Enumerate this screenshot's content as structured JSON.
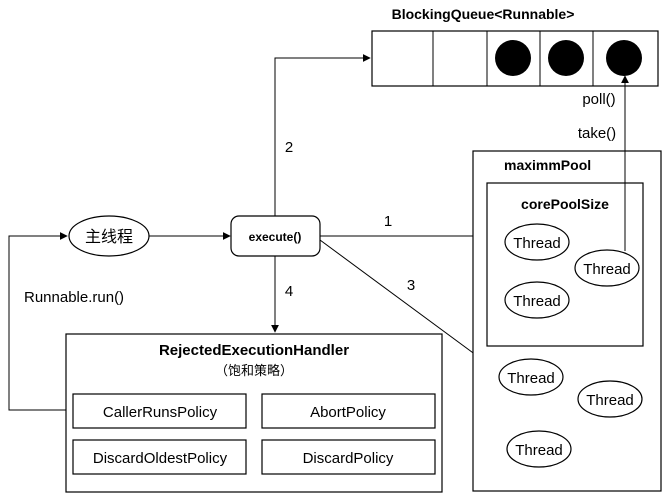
{
  "queue": {
    "title": "BlockingQueue<Runnable>",
    "slots": [
      false,
      false,
      true,
      true,
      true
    ]
  },
  "main_thread": {
    "label": "主线程"
  },
  "execute": {
    "label": "execute()"
  },
  "edges": {
    "step1": "1",
    "step2": "2",
    "step3": "3",
    "step4": "4",
    "poll": "poll()",
    "take": "take()",
    "run": "Runnable.run()"
  },
  "max_pool": {
    "title": "maximmPool",
    "threads": [
      "Thread",
      "Thread",
      "Thread"
    ]
  },
  "core_pool": {
    "title": "corePoolSize",
    "threads": [
      "Thread",
      "Thread",
      "Thread"
    ]
  },
  "handler": {
    "title": "RejectedExecutionHandler",
    "subtitle": "（饱和策略）",
    "policies": [
      "CallerRunsPolicy",
      "AbortPolicy",
      "DiscardOldestPolicy",
      "DiscardPolicy"
    ]
  }
}
